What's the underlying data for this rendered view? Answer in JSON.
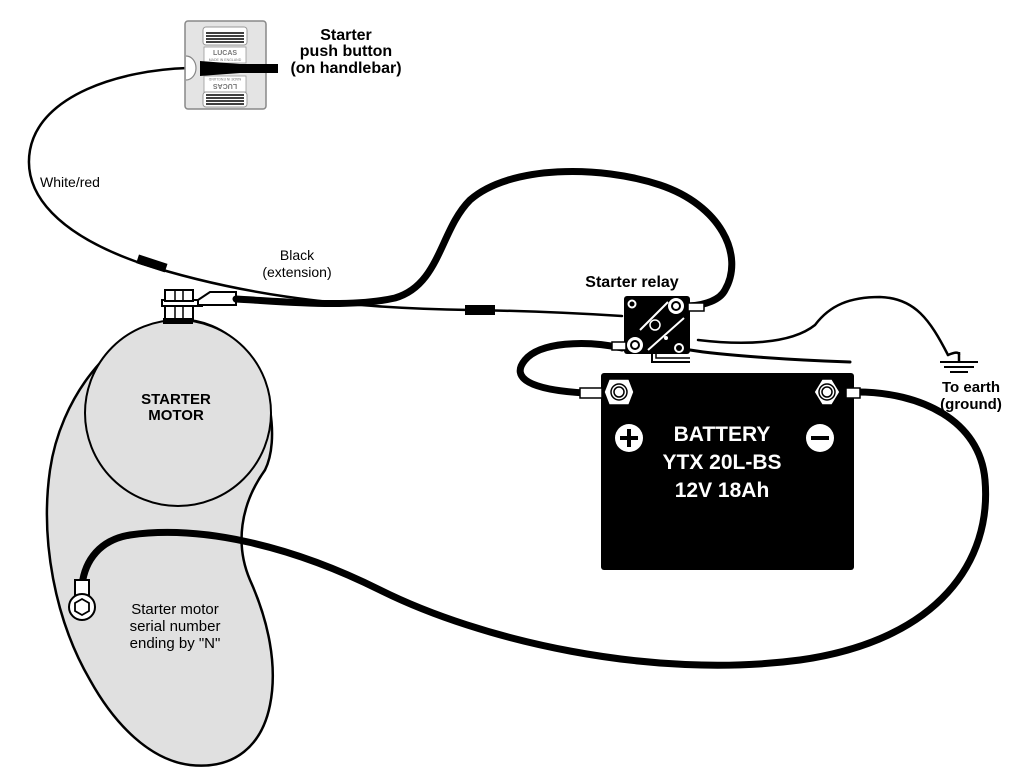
{
  "diagram": {
    "components": {
      "push_button": {
        "label_line1": "Starter",
        "label_line2": "push button",
        "label_line3": "(on handlebar)",
        "brand_top": "LUCAS",
        "made_in_top": "MADE IN ENGLAND",
        "brand_bottom": "LUCAS",
        "made_in_bottom": "MADE IN ENGLAND"
      },
      "relay": {
        "label": "Starter relay"
      },
      "battery": {
        "line1": "BATTERY",
        "line2": "YTX 20L-BS",
        "line3": "12V 18Ah",
        "positive_symbol": "+",
        "negative_symbol": "−"
      },
      "starter_motor": {
        "label_line1": "STARTER",
        "label_line2": "MOTOR",
        "note_line1": "Starter motor",
        "note_line2": "serial number",
        "note_line3": "ending by \"N\""
      },
      "earth": {
        "label_line1": "To earth",
        "label_line2": "(ground)"
      }
    },
    "wires": {
      "white_red": "White/red",
      "black_line1": "Black",
      "black_line2": "(extension)"
    },
    "colors": {
      "motor_fill": "#e0e0e0",
      "button_fill": "#e4e4e4",
      "battery_fill": "#000000",
      "wire": "#000000"
    }
  }
}
